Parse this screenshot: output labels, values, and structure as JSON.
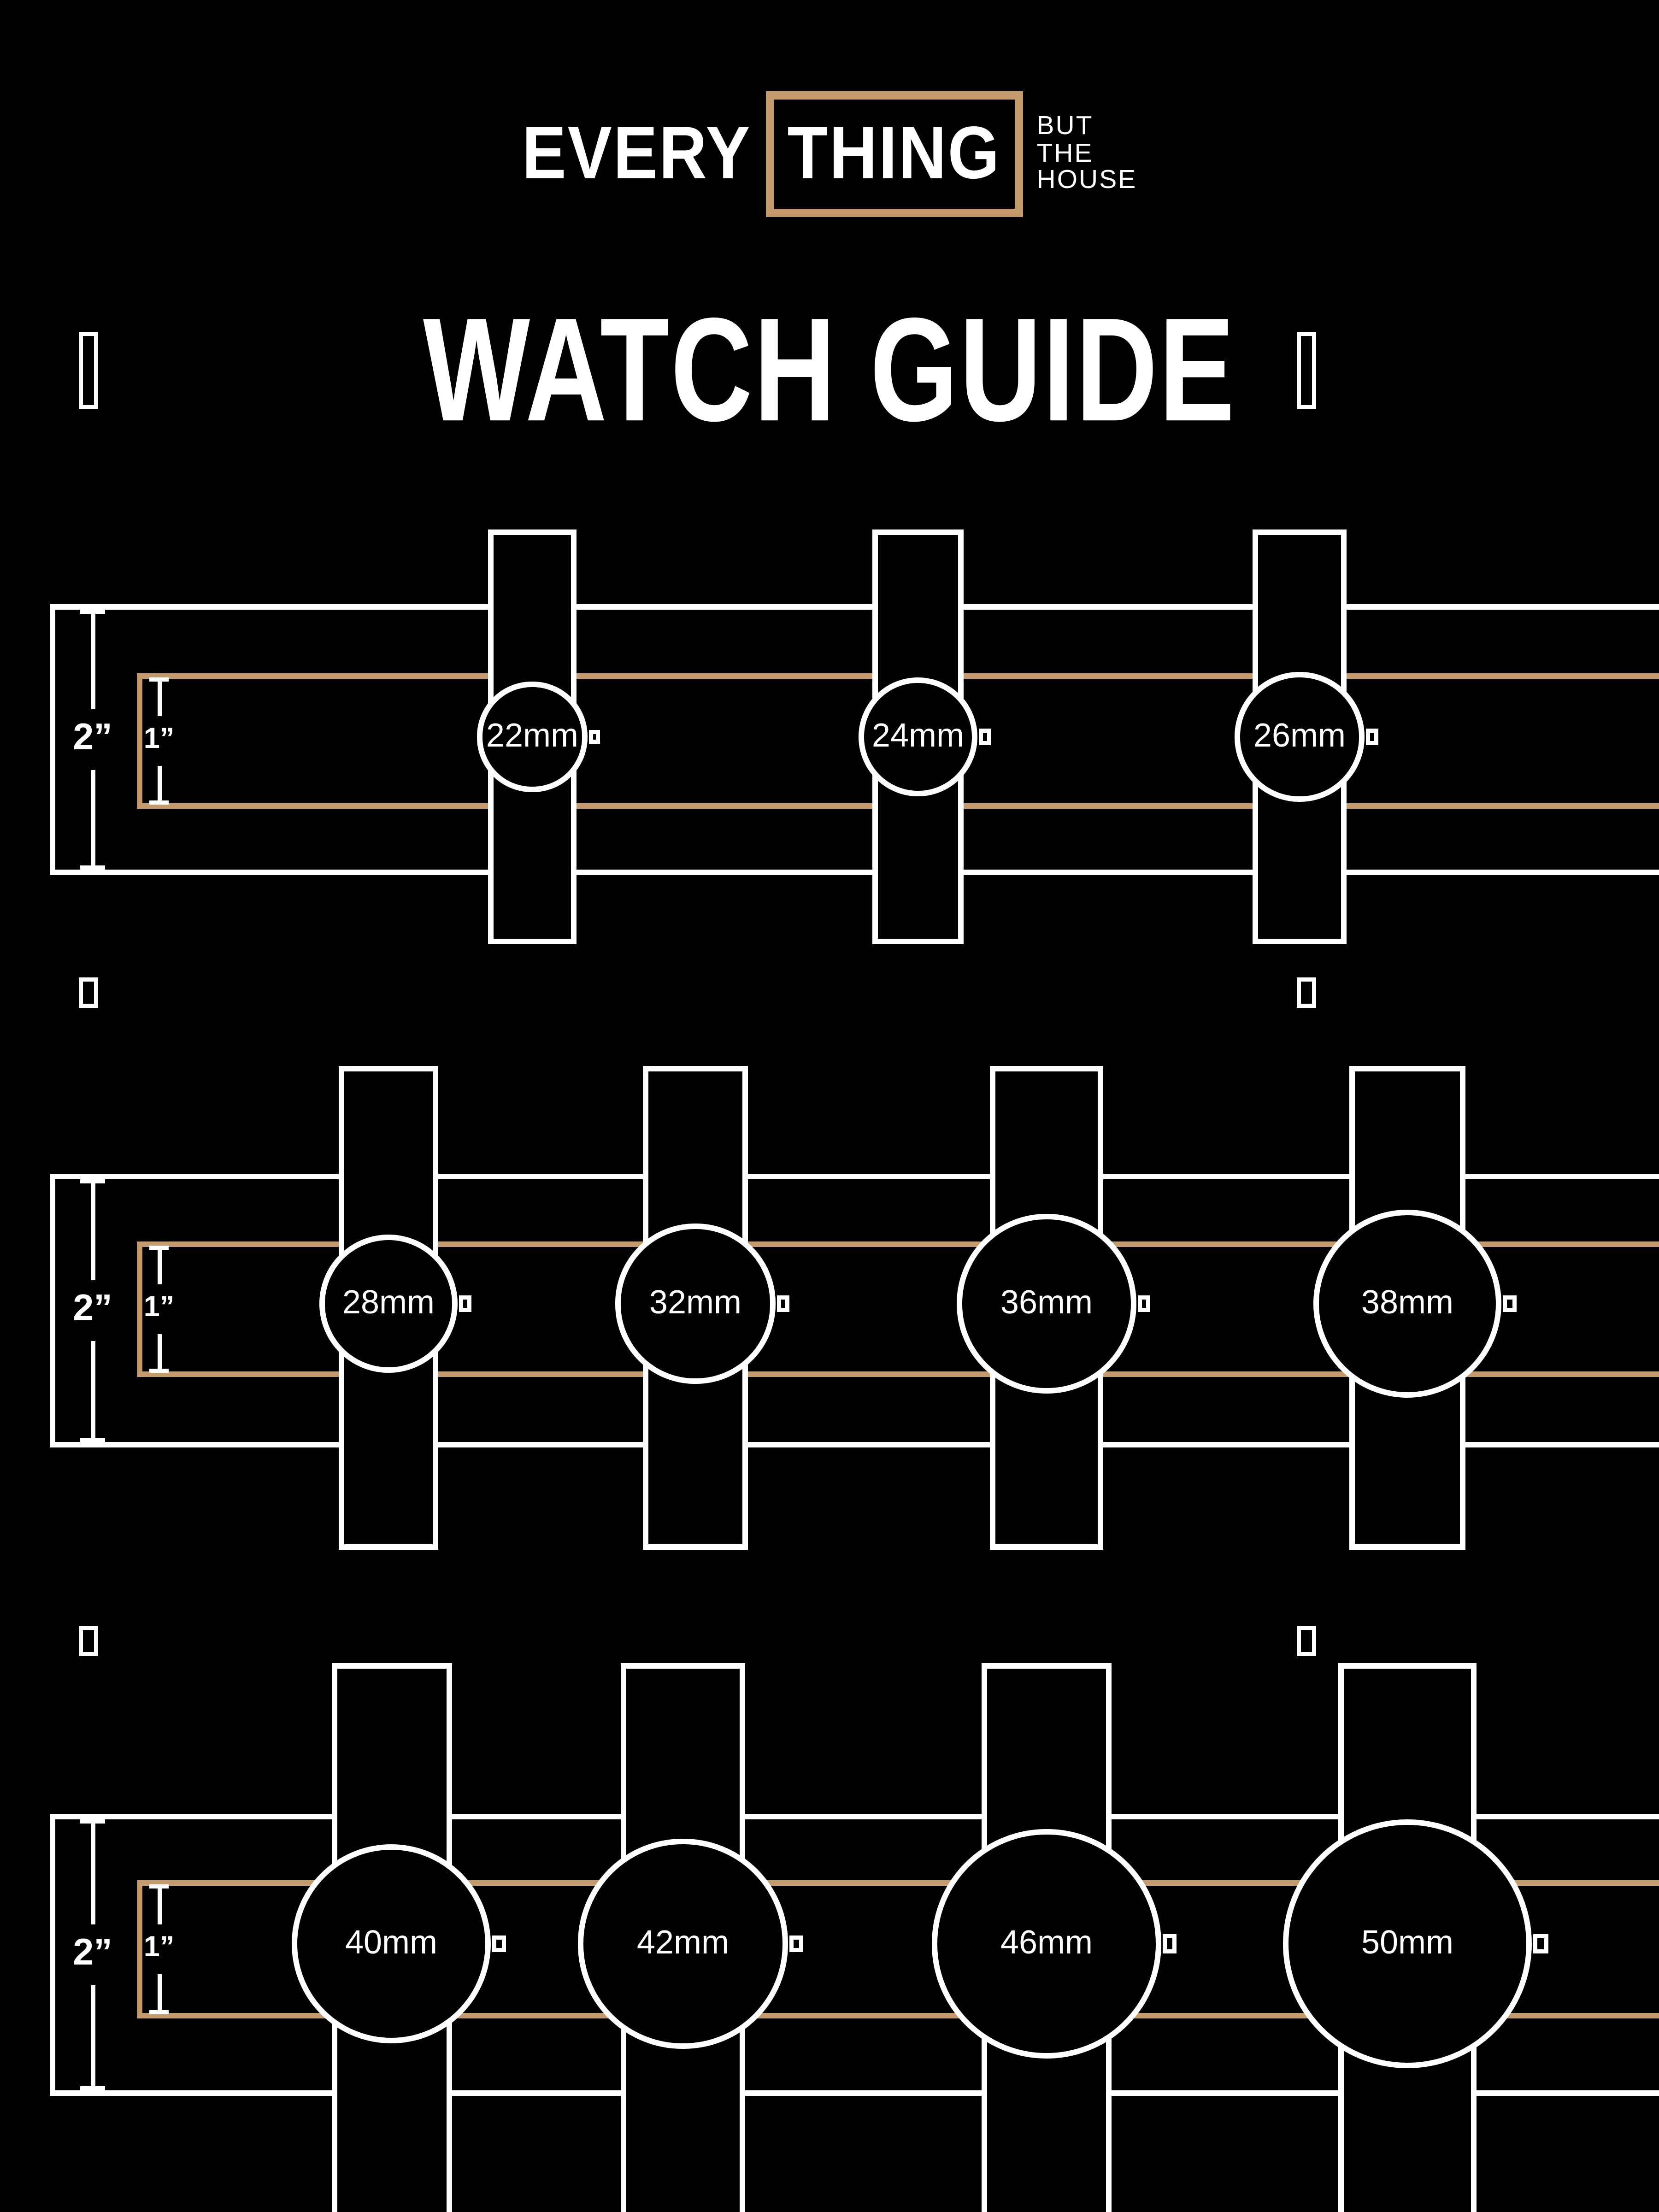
{
  "brand": {
    "word_outside": "EVERY",
    "word_boxed": "THING",
    "tagline": [
      "BUT",
      "THE",
      "HOUSE"
    ]
  },
  "title": "WATCH GUIDE",
  "colors": {
    "background": "#000000",
    "foreground": "#ffffff",
    "accent_gold": "#c49a6c"
  },
  "rows": [
    {
      "outer_band_label": "2”",
      "inner_band_label": "1”",
      "watches": [
        {
          "label": "22mm",
          "mm": 22
        },
        {
          "label": "24mm",
          "mm": 24
        },
        {
          "label": "26mm",
          "mm": 26
        }
      ]
    },
    {
      "outer_band_label": "2”",
      "inner_band_label": "1”",
      "watches": [
        {
          "label": "28mm",
          "mm": 28
        },
        {
          "label": "32mm",
          "mm": 32
        },
        {
          "label": "36mm",
          "mm": 36
        },
        {
          "label": "38mm",
          "mm": 38
        }
      ]
    },
    {
      "outer_band_label": "2”",
      "inner_band_label": "1”",
      "watches": [
        {
          "label": "40mm",
          "mm": 40
        },
        {
          "label": "42mm",
          "mm": 42
        },
        {
          "label": "46mm",
          "mm": 46
        },
        {
          "label": "50mm",
          "mm": 50
        }
      ]
    }
  ]
}
